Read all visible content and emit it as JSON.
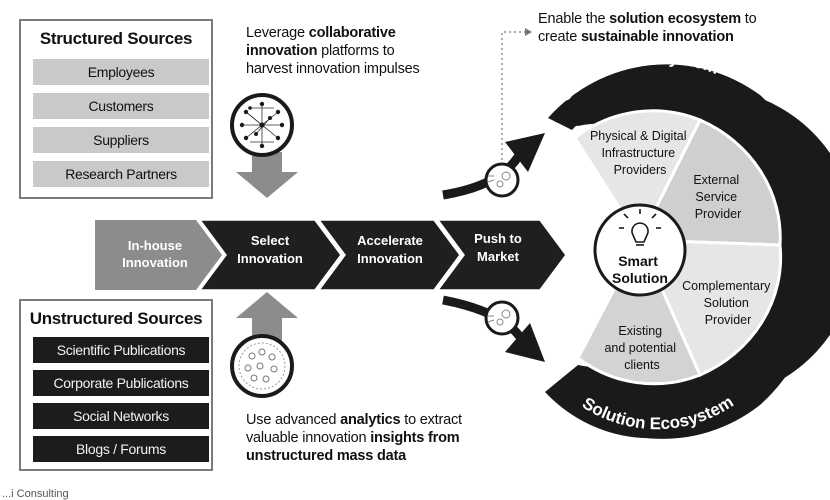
{
  "structured": {
    "title": "Structured Sources",
    "items": [
      "Employees",
      "Customers",
      "Suppliers",
      "Research Partners"
    ]
  },
  "unstructured": {
    "title": "Unstructured Sources",
    "items": [
      "Scientific Publications",
      "Corporate Publications",
      "Social Networks",
      "Blogs / Forums"
    ]
  },
  "notes": {
    "collab": {
      "lines": [
        [
          {
            "t": "Leverage "
          },
          {
            "t": "collaborative",
            "b": true
          }
        ],
        [
          {
            "t": "innovation",
            "b": true
          },
          {
            "t": " platforms to"
          }
        ],
        [
          {
            "t": "harvest innovation impulses"
          }
        ]
      ]
    },
    "analytics": {
      "lines": [
        [
          {
            "t": "Use advanced "
          },
          {
            "t": "analytics",
            "b": true
          },
          {
            "t": " to extract"
          }
        ],
        [
          {
            "t": "valuable innovation "
          },
          {
            "t": "insights from",
            "b": true
          }
        ],
        [
          {
            "t": "unstructured mass data",
            "b": true
          }
        ]
      ]
    },
    "ecosystem": {
      "lines": [
        [
          {
            "t": "Enable the "
          },
          {
            "t": "solution ecosystem",
            "b": true
          },
          {
            "t": " to"
          }
        ],
        [
          {
            "t": "create "
          },
          {
            "t": "sustainable innovation",
            "b": true
          }
        ]
      ]
    }
  },
  "process": [
    {
      "lines": [
        "In-house",
        "Innovation"
      ]
    },
    {
      "lines": [
        "Select",
        "Innovation"
      ]
    },
    {
      "lines": [
        "Accelerate",
        "Innovation"
      ]
    },
    {
      "lines": [
        "Push to",
        "Market"
      ]
    }
  ],
  "ecosystem": {
    "top_label": "Solution Ecosystem",
    "bottom_label": "Solution Ecosystem",
    "center": [
      "Smart",
      "Solution"
    ],
    "segments": [
      {
        "lines": [
          "Physical & Digital",
          "Infrastructure",
          "Providers"
        ]
      },
      {
        "lines": [
          "External",
          "Service",
          "Provider"
        ]
      },
      {
        "lines": [
          "Complementary",
          "Solution",
          "Provider"
        ]
      },
      {
        "lines": [
          "Existing",
          "and potential",
          "clients"
        ]
      }
    ]
  },
  "footnote": "...i Consulting"
}
